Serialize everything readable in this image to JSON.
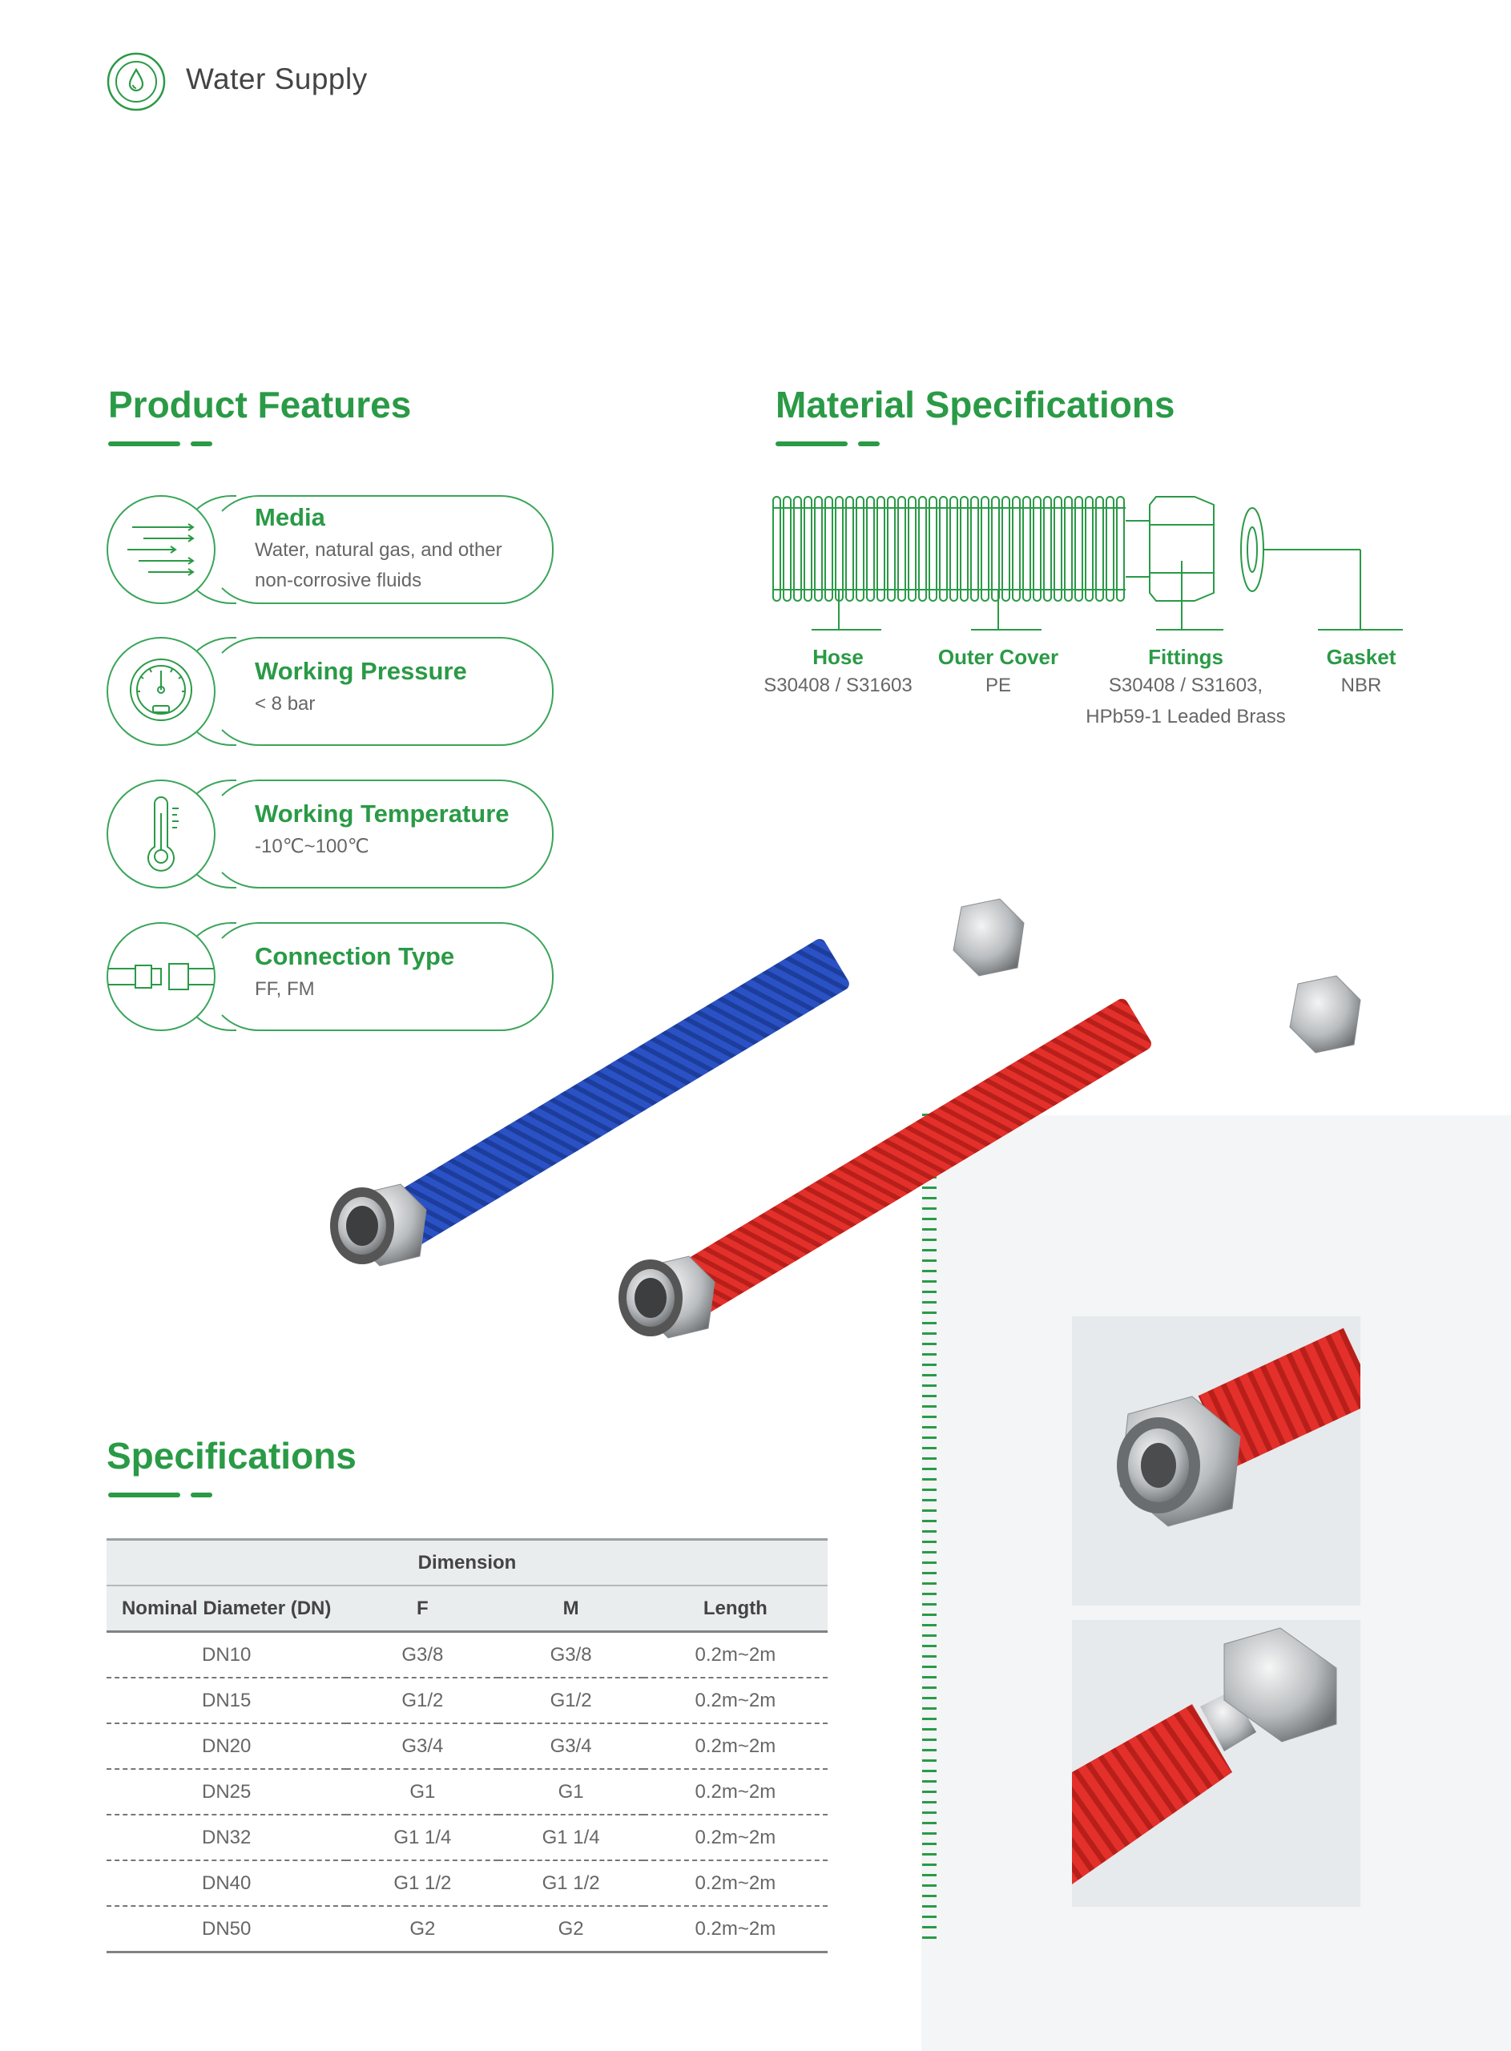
{
  "header": {
    "title": "Water Supply",
    "icon": "water-drop-icon"
  },
  "features": {
    "title": "Product Features",
    "items": [
      {
        "icon": "flow-lines-icon",
        "title": "Media",
        "desc_lines": [
          "Water, natural gas, and other",
          "non-corrosive fluids"
        ]
      },
      {
        "icon": "pressure-gauge-icon",
        "title": "Working Pressure",
        "desc_lines": [
          "< 8 bar"
        ]
      },
      {
        "icon": "thermometer-icon",
        "title": "Working Temperature",
        "desc_lines": [
          "-10℃~100℃"
        ]
      },
      {
        "icon": "pipe-connector-icon",
        "title": "Connection Type",
        "desc_lines": [
          "FF, FM"
        ]
      }
    ]
  },
  "material": {
    "title": "Material Specifications",
    "parts": [
      {
        "name": "Hose",
        "value_lines": [
          "S30408 / S31603"
        ]
      },
      {
        "name": "Outer Cover",
        "value_lines": [
          "PE"
        ]
      },
      {
        "name": "Fittings",
        "value_lines": [
          "S30408 / S31603,",
          "HPb59-1 Leaded Brass"
        ]
      },
      {
        "name": "Gasket",
        "value_lines": [
          "NBR"
        ]
      }
    ]
  },
  "specs": {
    "title": "Specifications",
    "group_header": "Dimension",
    "columns": [
      "Nominal Diameter (DN)",
      "F",
      "M",
      "Length"
    ],
    "rows": [
      [
        "DN10",
        "G3/8",
        "G3/8",
        "0.2m~2m"
      ],
      [
        "DN15",
        "G1/2",
        "G1/2",
        "0.2m~2m"
      ],
      [
        "DN20",
        "G3/4",
        "G3/4",
        "0.2m~2m"
      ],
      [
        "DN25",
        "G1",
        "G1",
        "0.2m~2m"
      ],
      [
        "DN32",
        "G1 1/4",
        "G1 1/4",
        "0.2m~2m"
      ],
      [
        "DN40",
        "G1 1/2",
        "G1 1/2",
        "0.2m~2m"
      ],
      [
        "DN50",
        "G2",
        "G2",
        "0.2m~2m"
      ]
    ]
  },
  "colors": {
    "accent": "#2a9a46",
    "hose_blue": "#2b52c4",
    "hose_red": "#e3302a",
    "panel": "#f3f5f6"
  }
}
